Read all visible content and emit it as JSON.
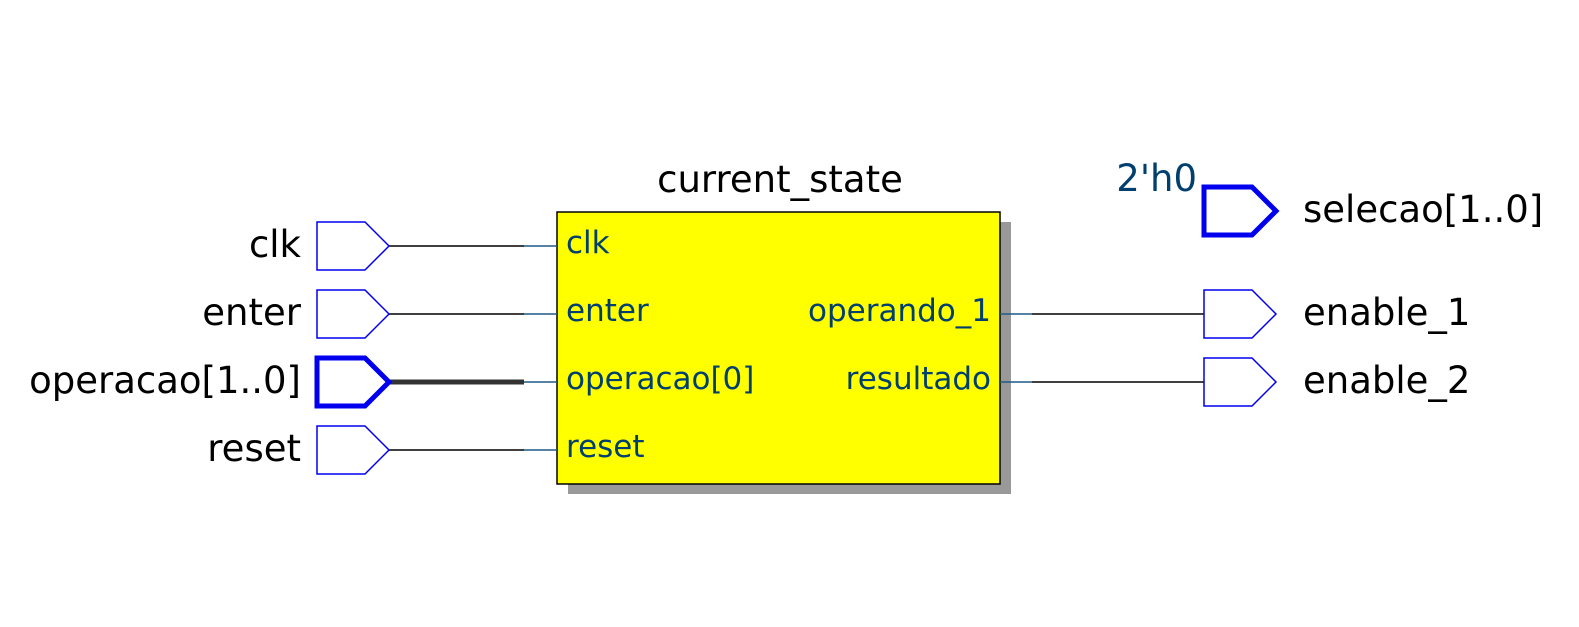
{
  "colors": {
    "pin_outline": "#0000ee",
    "block_fill": "#ffff00",
    "block_shadow": "#999999",
    "port_text": "#003f6e",
    "wire": "#000000",
    "bus_wire": "#333333"
  },
  "inputs": [
    {
      "label": "clk",
      "bus": false
    },
    {
      "label": "enter",
      "bus": false
    },
    {
      "label": "operacao[1..0]",
      "bus": true
    },
    {
      "label": "reset",
      "bus": false
    }
  ],
  "block": {
    "title": "current_state",
    "in_ports": [
      "clk",
      "enter",
      "operacao[0]",
      "reset"
    ],
    "out_ports": [
      "operando_1",
      "resultado"
    ]
  },
  "outputs": [
    {
      "label": "selecao[1..0]",
      "bus": true,
      "constant": "2'h0"
    },
    {
      "label": "enable_1",
      "bus": false
    },
    {
      "label": "enable_2",
      "bus": false
    }
  ]
}
